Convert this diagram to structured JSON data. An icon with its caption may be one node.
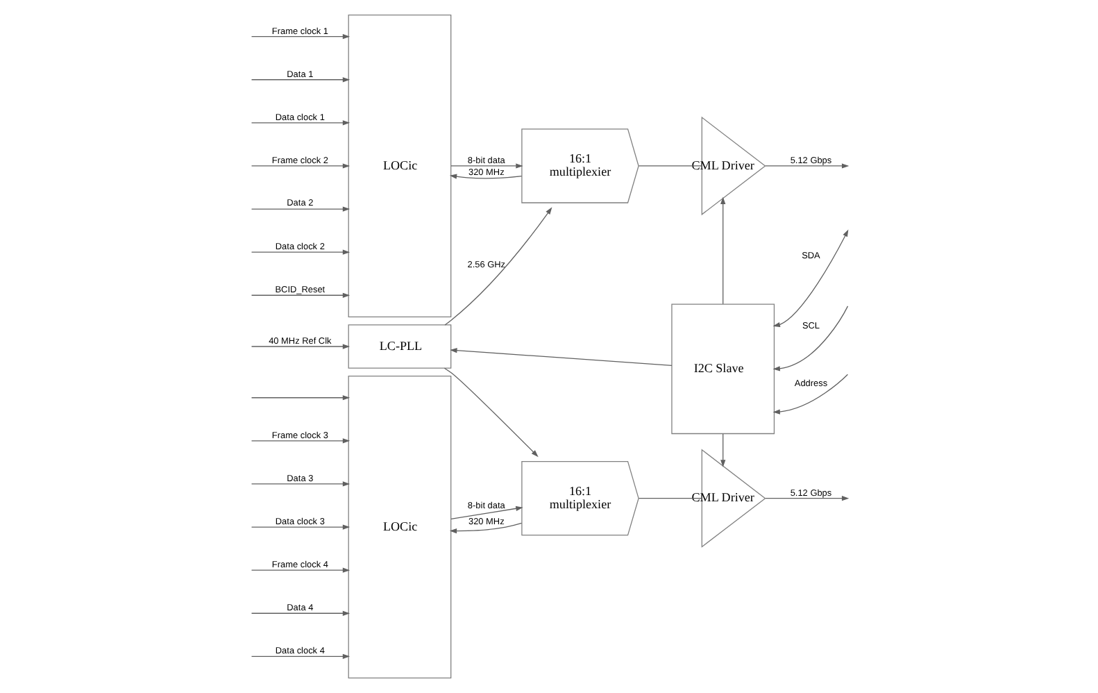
{
  "diagram": {
    "nodes": [
      {
        "text": [
          "LOCic"
        ]
      },
      {
        "text": [
          "16:1",
          "multiplexier"
        ]
      },
      {
        "text": [
          "CML Driver"
        ]
      },
      {
        "text": [
          "LC-PLL"
        ]
      },
      {
        "text": [
          "I2C Slave"
        ]
      },
      {
        "text": [
          "LOCic"
        ]
      },
      {
        "text": [
          "16:1",
          "multiplexier"
        ]
      },
      {
        "text": [
          "CML Driver"
        ]
      }
    ],
    "edges": [
      {
        "from": null,
        "to": 0,
        "arrow": "to",
        "label": "Frame clock 1"
      },
      {
        "from": null,
        "to": 0,
        "arrow": "to",
        "label": "Data 1"
      },
      {
        "from": null,
        "to": 0,
        "arrow": "to",
        "label": "Data clock 1"
      },
      {
        "from": null,
        "to": 0,
        "arrow": "to",
        "label": "Frame clock 2"
      },
      {
        "from": null,
        "to": 0,
        "arrow": "to",
        "label": "Data 2"
      },
      {
        "from": null,
        "to": 0,
        "arrow": "to",
        "label": "Data clock 2"
      },
      {
        "from": 0,
        "to": 1,
        "arrow": "to",
        "label": "8-bit data"
      },
      {
        "from": 1,
        "to": 0,
        "arrow": "to",
        "label": "320 MHz"
      },
      {
        "from": 1,
        "to": 2,
        "arrow": "none"
      },
      {
        "from": 2,
        "to": null,
        "arrow": "to",
        "label": "5.12 Gbps"
      },
      {
        "from": null,
        "to": 3,
        "arrow": "to",
        "label": "40 MHz Ref Clk"
      },
      {
        "from": null,
        "to": 0,
        "arrow": "to",
        "label": "BCID_Reset"
      },
      {
        "from": null,
        "to": 5,
        "arrow": "to"
      },
      {
        "from": 3,
        "to": 1,
        "arrow": "to",
        "label": "2.56 GHz"
      },
      {
        "from": 3,
        "to": 6,
        "arrow": "to"
      },
      {
        "from": 4,
        "to": 3,
        "arrow": "to"
      },
      {
        "from": 4,
        "to": 2,
        "arrow": "to"
      },
      {
        "from": 4,
        "to": 7,
        "arrow": "to"
      },
      {
        "from": null,
        "to": 4,
        "arrow": "both",
        "label": "SDA"
      },
      {
        "from": null,
        "to": 4,
        "arrow": "to",
        "label": "SCL"
      },
      {
        "from": null,
        "to": 4,
        "arrow": "to",
        "label": "Address"
      },
      {
        "from": null,
        "to": 5,
        "arrow": "to",
        "label": "Frame clock 3"
      },
      {
        "from": null,
        "to": 5,
        "arrow": "to",
        "label": "Data 3"
      },
      {
        "from": null,
        "to": 5,
        "arrow": "to",
        "label": "Data clock 3"
      },
      {
        "from": null,
        "to": 5,
        "arrow": "to",
        "label": "Frame clock 4"
      },
      {
        "from": null,
        "to": 5,
        "arrow": "to",
        "label": "Data 4"
      },
      {
        "from": null,
        "to": 5,
        "arrow": "to",
        "label": "Data clock 4"
      },
      {
        "from": 5,
        "to": 6,
        "arrow": "to",
        "label": "8-bit data"
      },
      {
        "from": 6,
        "to": 5,
        "arrow": "to",
        "label": "320 MHz"
      },
      {
        "from": 6,
        "to": 7,
        "arrow": "none"
      },
      {
        "from": 7,
        "to": null,
        "arrow": "to",
        "label": "5.12 Gbps"
      }
    ]
  }
}
